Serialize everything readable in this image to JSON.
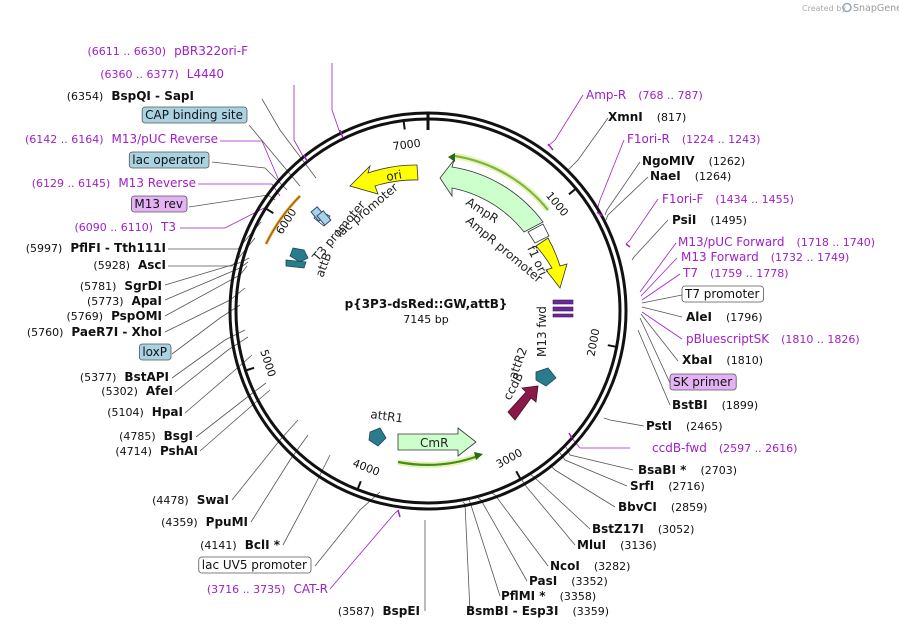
{
  "watermark": {
    "prefix": "Created by",
    "brand": "SnapGene"
  },
  "map": {
    "name": "p{3P3-dsRed::GW,attB}",
    "length_label": "7145 bp",
    "ticks": [
      {
        "label": "1000",
        "bp": 1000
      },
      {
        "label": "2000",
        "bp": 2000
      },
      {
        "label": "3000",
        "bp": 3000
      },
      {
        "label": "4000",
        "bp": 4000
      },
      {
        "label": "5000",
        "bp": 5000
      },
      {
        "label": "6000",
        "bp": 6000
      },
      {
        "label": "7000",
        "bp": 7000
      }
    ]
  },
  "features": [
    {
      "name": "ori",
      "color": "#ffff00"
    },
    {
      "name": "AmpR",
      "color": "#ccffcc"
    },
    {
      "name": "AmpR promoter",
      "color": "#ffffff"
    },
    {
      "name": "f1 ori",
      "color": "#ffff00"
    },
    {
      "name": "lac promoter",
      "color": "#ffffff"
    },
    {
      "name": "T3 promoter",
      "color": "#ffffff"
    },
    {
      "name": "attB",
      "color": "#2a7b8c"
    },
    {
      "name": "M13 fwd",
      "color": "#6a2a9a"
    },
    {
      "name": "attR2",
      "color": "#2a7b8c"
    },
    {
      "name": "ccdB",
      "color": "#8b1a4a"
    },
    {
      "name": "attR1",
      "color": "#2a7b8c"
    },
    {
      "name": "CmR",
      "color": "#ccffcc"
    }
  ],
  "left_labels": [
    {
      "id": "pbr",
      "pos": "(6611 .. 6630)",
      "name": "pBR322ori-F",
      "kind": "primer"
    },
    {
      "id": "l4440",
      "pos": "(6360 .. 6377)",
      "name": "L4440",
      "kind": "primer"
    },
    {
      "id": "bspqi",
      "pos": "(6354)",
      "name": "BspQI",
      "suffix": " - SapI",
      "kind": "enzyme"
    },
    {
      "id": "cap",
      "name": "CAP binding site",
      "kind": "box-blue"
    },
    {
      "id": "m13puc",
      "pos": "(6142 .. 6164)",
      "name": "M13/pUC Reverse",
      "kind": "primer"
    },
    {
      "id": "lacop",
      "name": "lac operator",
      "kind": "box-blue"
    },
    {
      "id": "m13rev1",
      "pos": "(6129 .. 6145)",
      "name": "M13 Reverse",
      "kind": "primer"
    },
    {
      "id": "m13rev2",
      "name": "M13 rev",
      "kind": "box-purple"
    },
    {
      "id": "t3",
      "pos": "(6090 .. 6110)",
      "name": "T3",
      "kind": "primer"
    },
    {
      "id": "pflfi",
      "pos": "(5997)",
      "name": "PflFI",
      "suffix": " - Tth111I",
      "kind": "enzyme"
    },
    {
      "id": "asci",
      "pos": "(5928)",
      "name": "AscI",
      "kind": "enzyme"
    },
    {
      "id": "sgrdi",
      "pos": "(5781)",
      "name": "SgrDI",
      "kind": "enzyme"
    },
    {
      "id": "apai",
      "pos": "(5773)",
      "name": "ApaI",
      "kind": "enzyme"
    },
    {
      "id": "pspomi",
      "pos": "(5769)",
      "name": "PspOMI",
      "kind": "enzyme"
    },
    {
      "id": "paer7i",
      "pos": "(5760)",
      "name": "PaeR7I",
      "suffix": " - XhoI",
      "kind": "enzyme"
    },
    {
      "id": "loxp",
      "name": "loxP",
      "kind": "box-blue"
    },
    {
      "id": "bstapi",
      "pos": "(5377)",
      "name": "BstAPI",
      "kind": "enzyme"
    },
    {
      "id": "afei",
      "pos": "(5302)",
      "name": "AfeI",
      "kind": "enzyme"
    },
    {
      "id": "hpai",
      "pos": "(5104)",
      "name": "HpaI",
      "kind": "enzyme"
    },
    {
      "id": "bsgi",
      "pos": "(4785)",
      "name": "BsgI",
      "kind": "enzyme"
    },
    {
      "id": "pshai",
      "pos": "(4714)",
      "name": "PshAI",
      "kind": "enzyme"
    },
    {
      "id": "swai",
      "pos": "(4478)",
      "name": "SwaI",
      "kind": "enzyme"
    },
    {
      "id": "ppumi",
      "pos": "(4359)",
      "name": "PpuMI",
      "kind": "enzyme"
    },
    {
      "id": "bcli",
      "pos": "(4141)",
      "name": "BclI *",
      "kind": "enzyme"
    },
    {
      "id": "lacuv5",
      "name": "lac UV5 promoter",
      "kind": "box-white"
    },
    {
      "id": "catr",
      "pos": "(3716 .. 3735)",
      "name": "CAT-R",
      "kind": "primer"
    },
    {
      "id": "bspei",
      "pos": "(3587)",
      "name": "BspEI",
      "kind": "enzyme"
    }
  ],
  "right_labels": [
    {
      "id": "ampr-p",
      "name": "Amp-R",
      "pos": "(768 .. 787)",
      "kind": "primer"
    },
    {
      "id": "xmni",
      "name": "XmnI",
      "pos": "(817)",
      "kind": "enzyme"
    },
    {
      "id": "f1orir",
      "name": "F1ori-R",
      "pos": "(1224 .. 1243)",
      "kind": "primer"
    },
    {
      "id": "ngomiv",
      "name": "NgoMIV",
      "pos": "(1262)",
      "kind": "enzyme"
    },
    {
      "id": "naei",
      "name": "NaeI",
      "pos": "(1264)",
      "kind": "enzyme"
    },
    {
      "id": "f1orif",
      "name": "F1ori-F",
      "pos": "(1434 .. 1455)",
      "kind": "primer"
    },
    {
      "id": "psii",
      "name": "PsiI",
      "pos": "(1495)",
      "kind": "enzyme"
    },
    {
      "id": "m13pucf",
      "name": "M13/pUC Forward",
      "pos": "(1718 .. 1740)",
      "kind": "primer"
    },
    {
      "id": "m13f",
      "name": "M13 Forward",
      "pos": "(1732 .. 1749)",
      "kind": "primer"
    },
    {
      "id": "t7",
      "name": "T7",
      "pos": "(1759 .. 1778)",
      "kind": "primer"
    },
    {
      "id": "t7p",
      "name": "T7 promoter",
      "kind": "box-white"
    },
    {
      "id": "alei",
      "name": "AleI",
      "pos": "(1796)",
      "kind": "enzyme"
    },
    {
      "id": "pbsk",
      "name": "pBluescriptSK",
      "pos": "(1810 .. 1826)",
      "kind": "primer"
    },
    {
      "id": "xbai",
      "name": "XbaI",
      "pos": "(1810)",
      "kind": "enzyme"
    },
    {
      "id": "skp",
      "name": "SK primer",
      "kind": "box-purple"
    },
    {
      "id": "bstbi",
      "name": "BstBI",
      "pos": "(1899)",
      "kind": "enzyme"
    },
    {
      "id": "psti",
      "name": "PstI",
      "pos": "(2465)",
      "kind": "enzyme"
    },
    {
      "id": "ccdbf",
      "name": "ccdB-fwd",
      "pos": "(2597 .. 2616)",
      "kind": "primer"
    },
    {
      "id": "bsabi",
      "name": "BsaBI *",
      "pos": "(2703)",
      "kind": "enzyme"
    },
    {
      "id": "srfi",
      "name": "SrfI",
      "pos": "(2716)",
      "kind": "enzyme"
    },
    {
      "id": "bbvci",
      "name": "BbvCI",
      "pos": "(2859)",
      "kind": "enzyme"
    },
    {
      "id": "bstz17i",
      "name": "BstZ17I",
      "pos": "(3052)",
      "kind": "enzyme"
    },
    {
      "id": "mlui",
      "name": "MluI",
      "pos": "(3136)",
      "kind": "enzyme"
    },
    {
      "id": "ncoi",
      "name": "NcoI",
      "pos": "(3282)",
      "kind": "enzyme"
    },
    {
      "id": "pasi",
      "name": "PasI",
      "pos": "(3352)",
      "kind": "enzyme"
    },
    {
      "id": "pflmi",
      "name": "PflMI *",
      "pos": "(3358)",
      "kind": "enzyme"
    },
    {
      "id": "bsmbi",
      "name": "BsmBI",
      "suffix": " - Esp3I",
      "pos": "(3359)",
      "kind": "enzyme"
    }
  ],
  "colors": {
    "primer": "#a020c8",
    "box_blue": "#a9d3e3",
    "box_purple": "#e5b3f5",
    "ring": "#111111",
    "leader": "#444444"
  }
}
